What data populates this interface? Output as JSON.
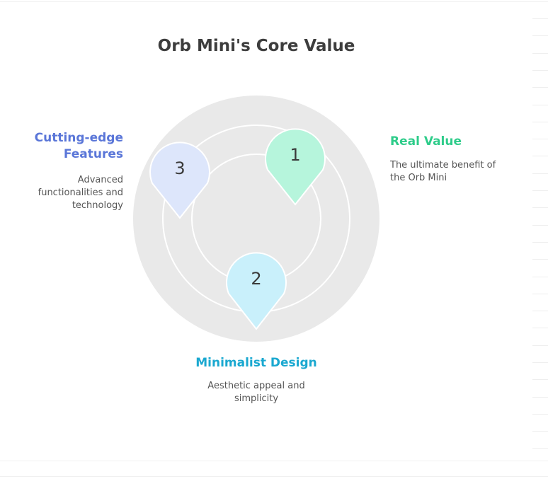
{
  "title": "Orb Mini's Core Value",
  "items": [
    {
      "number": "1",
      "label": "Real Value",
      "description": "The ultimate benefit of the Orb Mini",
      "color": "#2ecc8a",
      "fill": "#b6f5dc"
    },
    {
      "number": "2",
      "label": "Minimalist Design",
      "description": "Aesthetic appeal and simplicity",
      "color": "#1aa8d0",
      "fill": "#c9f0fb"
    },
    {
      "number": "3",
      "label": "Cutting-edge Features",
      "description": "Advanced functionalities and technology",
      "color": "#5a76d8",
      "fill": "#dde6fb"
    }
  ],
  "colors": {
    "circle": "#e9e9e9",
    "ring": "#ffffff"
  }
}
